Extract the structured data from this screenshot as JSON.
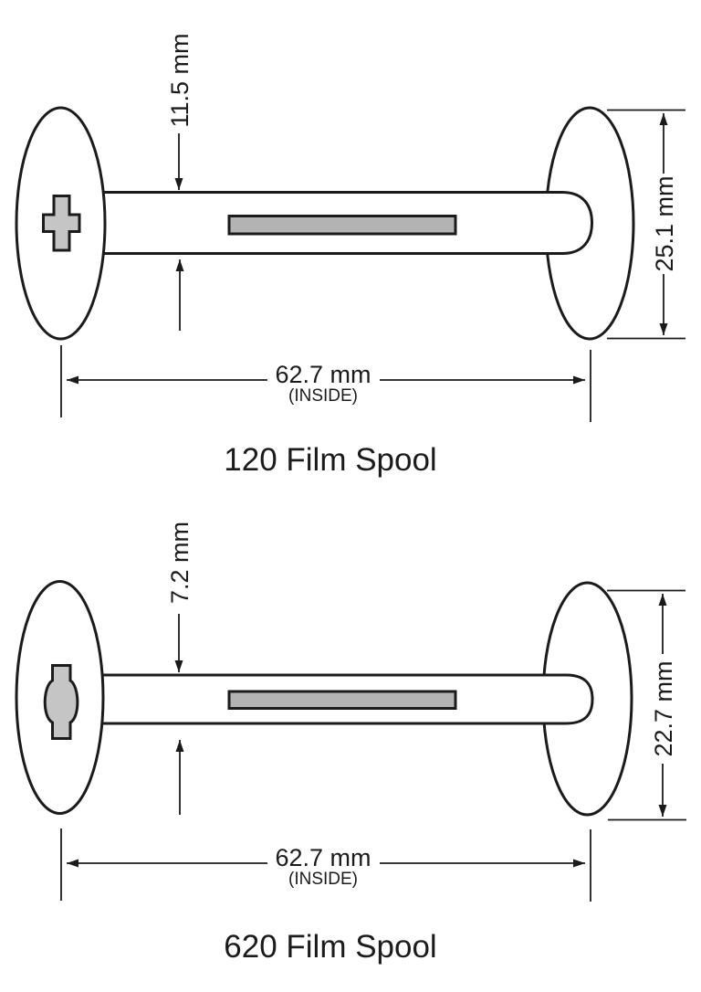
{
  "colors": {
    "background": "#ffffff",
    "line": "#1b1b1b",
    "key_fill": "#c5c5c5",
    "slot_fill": "#b3b3b3"
  },
  "spools": [
    {
      "id": "120",
      "title": "120 Film Spool",
      "core_dim": "11.5 mm",
      "flange_dim": "25.1 mm",
      "length_dim": "62.7 mm",
      "length_note": "(INSIDE)",
      "key_shape": "cross-slot"
    },
    {
      "id": "620",
      "title": "620 Film Spool",
      "core_dim": "7.2 mm",
      "flange_dim": "22.7 mm",
      "length_dim": "62.7 mm",
      "length_note": "(INSIDE)",
      "key_shape": "round-slot"
    }
  ]
}
